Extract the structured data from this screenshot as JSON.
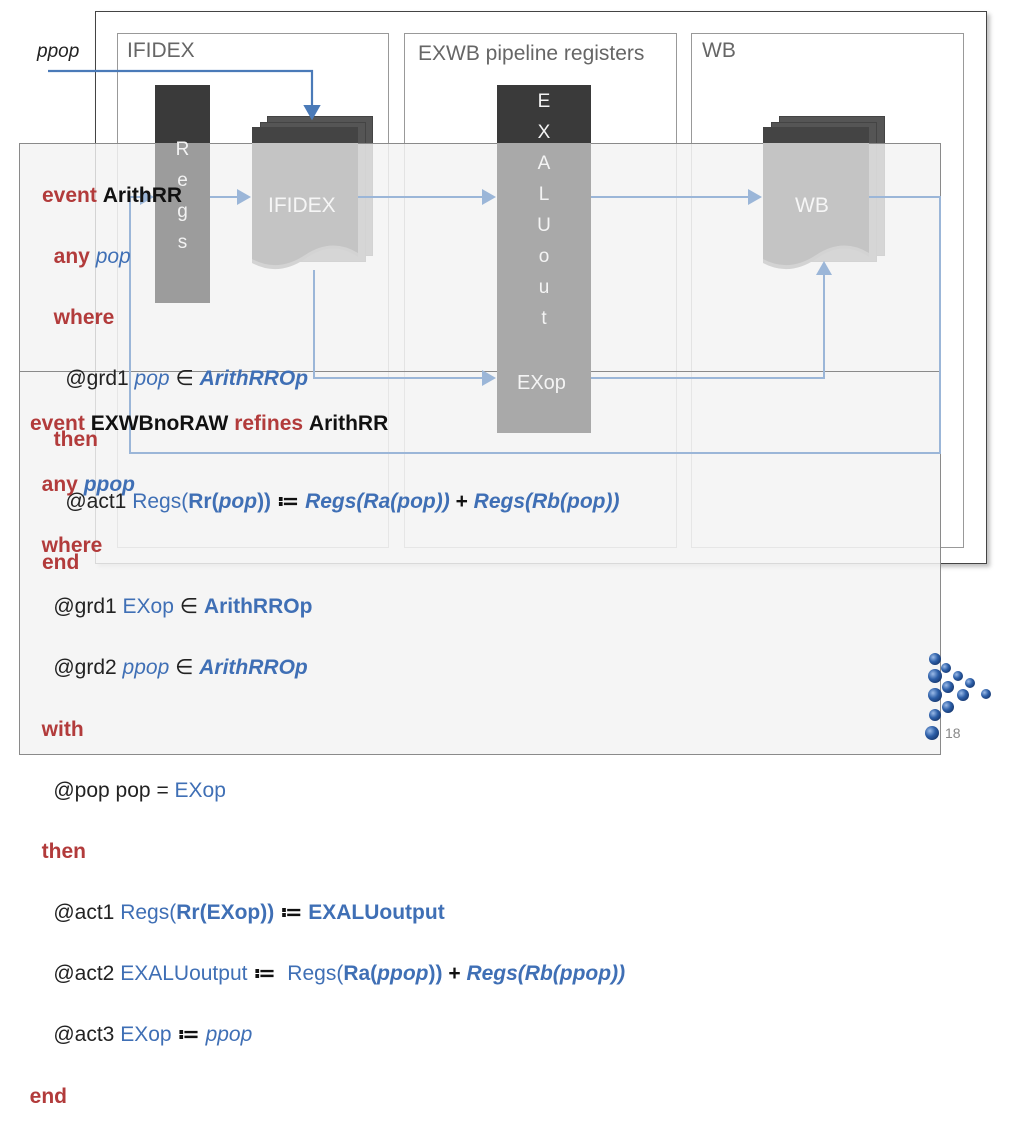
{
  "diagram": {
    "ppop_label": "ppop",
    "stages": {
      "ifidex_header": "IFIDEX",
      "exwb_header": "EXWB pipeline registers",
      "wb_header": "WB"
    },
    "regs_letters": [
      "R",
      "e",
      "g",
      "s"
    ],
    "ifidex_doc_label": "IFIDEX",
    "exaluout_letters": [
      "E",
      "X",
      "A",
      "L",
      "U",
      "o",
      "u",
      "t"
    ],
    "exop_label": "EXop",
    "wb_doc_label": "WB"
  },
  "arithrr": {
    "line1": {
      "kw": "event",
      "name": "ArithRR"
    },
    "line2": {
      "kw": "any",
      "param": "pop"
    },
    "line3": {
      "kw": "where"
    },
    "line4": {
      "label": "@grd1",
      "lhs": "pop",
      "op": "∈",
      "rhs": "ArithRROp"
    },
    "line5": {
      "kw": "then"
    },
    "line6": {
      "label": "@act1",
      "regs": "Regs(",
      "rr": "Rr(",
      "pop": "pop",
      "close": "))",
      "assign": "≔",
      "rhs_a": "Regs(Ra(pop))",
      "plus": "+",
      "rhs_b": "Regs(Rb(pop))"
    },
    "line7": {
      "kw": "end"
    }
  },
  "exwbnoraw": {
    "line1": {
      "kw": "event",
      "name": "EXWBnoRAW",
      "refines_kw": "refines",
      "refined": "ArithRR"
    },
    "line2": {
      "kw": "any",
      "param": "ppop"
    },
    "line3": {
      "kw": "where"
    },
    "line4": {
      "label": "@grd1",
      "lhs": "EXop",
      "op": "∈",
      "rhs": "ArithRROp"
    },
    "line5": {
      "label": "@grd2",
      "lhs": "ppop",
      "op": "∈",
      "rhs": "ArithRROp"
    },
    "line6": {
      "kw": "with"
    },
    "line7": {
      "label": "@pop",
      "lhs": "pop",
      "eq": "=",
      "rhs": "EXop"
    },
    "line8": {
      "kw": "then"
    },
    "line9": {
      "label": "@act1",
      "regs": "Regs(",
      "rr": "Rr(EXop))",
      "assign": "≔",
      "rhs": "EXALUoutput"
    },
    "line10": {
      "label": "@act2",
      "lhs": "EXALUoutput",
      "assign": "≔",
      "regs": "Regs(",
      "ra": "Ra(",
      "ppop": "ppop",
      "close": "))",
      "plus": "+",
      "rhs_b": "Regs(Rb(ppop))"
    },
    "line11": {
      "label": "@act3",
      "lhs": "EXop",
      "assign": "≔",
      "rhs": "ppop"
    },
    "line12": {
      "kw": "end"
    }
  },
  "page_number": "18",
  "colors": {
    "keyword": "#b23b3b",
    "identifier_blue": "#3f6fb5",
    "arrow_blue": "#4a7ab8",
    "faded_arrow": "#9bb6d8"
  }
}
